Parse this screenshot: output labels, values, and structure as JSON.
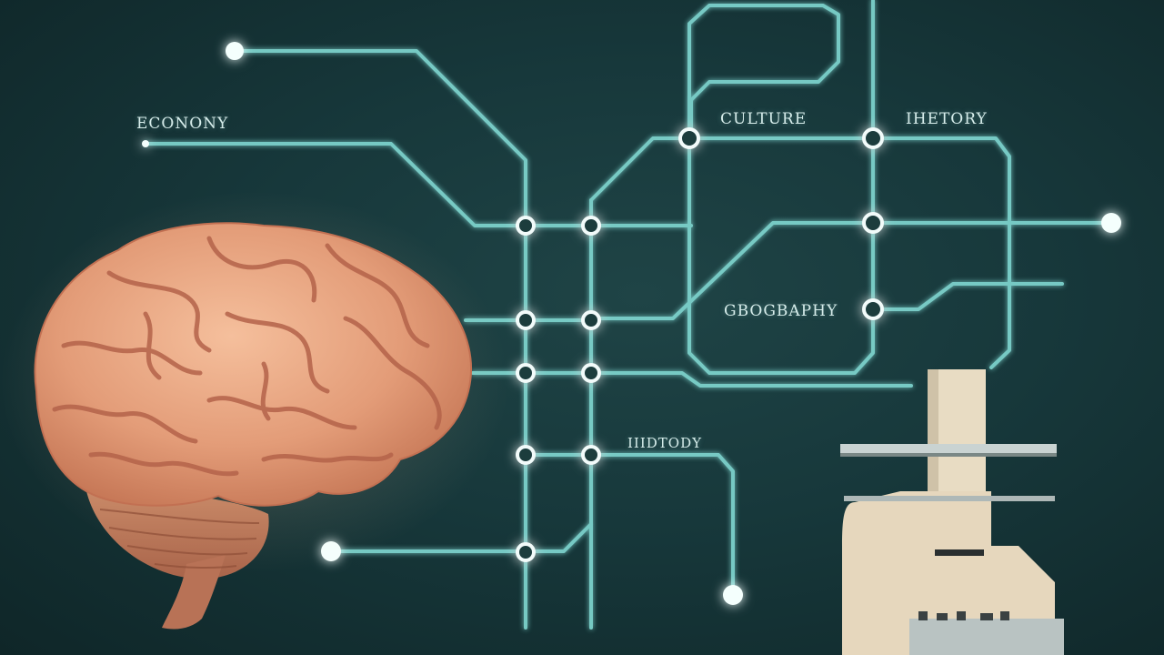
{
  "labels": {
    "economy": "ECONONY",
    "culture": "CULTURE",
    "history_top": "IHETORY",
    "geography": "GBOGBAPHY",
    "history_bottom": "IIIDTODY"
  },
  "colors": {
    "background": "#17383b",
    "line": "#7fd6d0",
    "node": "#f2fbfa",
    "brain": "#e9a783"
  }
}
